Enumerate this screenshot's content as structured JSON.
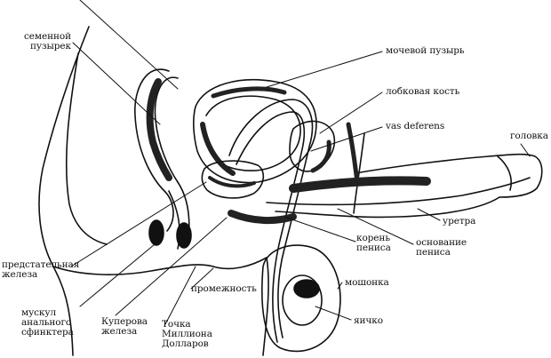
{
  "diagram": {
    "labels": {
      "seminal_vesicle": "семенной\nпузырек",
      "bladder": "мочевой пузырь",
      "pubic_bone": "лобковая кость",
      "vas_deferens": "vas deferens",
      "glans": "головка",
      "urethra": "уретра",
      "penis_root": "корень\nпениса",
      "penis_base": "основание\nпениса",
      "prostate": "предстательная\nжелеза",
      "perineum": "промежность",
      "scrotum": "мошонка",
      "anal_sphincter": "мускул\nанального\nсфинктера",
      "cowper_gland": "Куперова\nжелеза",
      "million_dollar_point": "Точка\nМиллиона\nДолларов",
      "testicle": "яичко"
    }
  },
  "colors": {
    "ink": "#111111",
    "background": "#ffffff"
  }
}
